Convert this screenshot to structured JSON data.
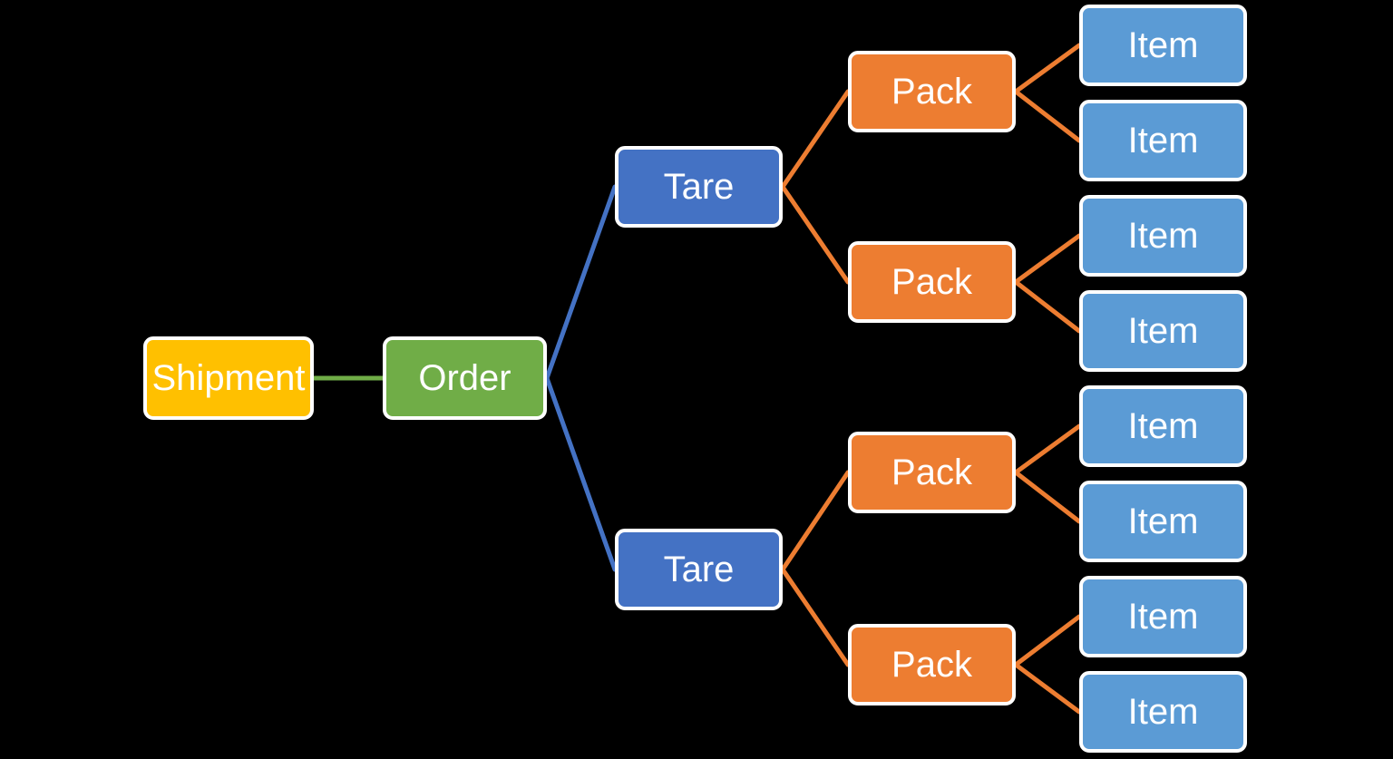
{
  "colors": {
    "background": "#000000",
    "shipment": "#FFC000",
    "order": "#70AD47",
    "tare": "#4472C4",
    "pack": "#ED7D31",
    "item": "#5B9BD5",
    "node_border": "#FFFFFF",
    "node_text": "#FFFFFF",
    "connector_green": "#70AD47",
    "connector_blue": "#4472C4",
    "connector_orange": "#ED7D31"
  },
  "nodes": {
    "shipment": "Shipment",
    "order": "Order",
    "tares": [
      "Tare",
      "Tare"
    ],
    "packs": [
      "Pack",
      "Pack",
      "Pack",
      "Pack"
    ],
    "items": [
      "Item",
      "Item",
      "Item",
      "Item",
      "Item",
      "Item",
      "Item",
      "Item"
    ]
  },
  "edges": [
    {
      "from": "shipment",
      "to": "order",
      "color": "#70AD47"
    },
    {
      "from": "order",
      "to": "tare-1",
      "color": "#4472C4"
    },
    {
      "from": "order",
      "to": "tare-2",
      "color": "#4472C4"
    },
    {
      "from": "tare-1",
      "to": "pack-1",
      "color": "#ED7D31"
    },
    {
      "from": "tare-1",
      "to": "pack-2",
      "color": "#ED7D31"
    },
    {
      "from": "tare-2",
      "to": "pack-3",
      "color": "#ED7D31"
    },
    {
      "from": "tare-2",
      "to": "pack-4",
      "color": "#ED7D31"
    },
    {
      "from": "pack-1",
      "to": "item-1",
      "color": "#ED7D31"
    },
    {
      "from": "pack-1",
      "to": "item-2",
      "color": "#ED7D31"
    },
    {
      "from": "pack-2",
      "to": "item-3",
      "color": "#ED7D31"
    },
    {
      "from": "pack-2",
      "to": "item-4",
      "color": "#ED7D31"
    },
    {
      "from": "pack-3",
      "to": "item-5",
      "color": "#ED7D31"
    },
    {
      "from": "pack-3",
      "to": "item-6",
      "color": "#ED7D31"
    },
    {
      "from": "pack-4",
      "to": "item-7",
      "color": "#ED7D31"
    },
    {
      "from": "pack-4",
      "to": "item-8",
      "color": "#ED7D31"
    }
  ],
  "hierarchy": {
    "label": "Shipment",
    "children": [
      {
        "label": "Order",
        "children": [
          {
            "label": "Tare",
            "children": [
              {
                "label": "Pack",
                "children": [
                  {
                    "label": "Item"
                  },
                  {
                    "label": "Item"
                  }
                ]
              },
              {
                "label": "Pack",
                "children": [
                  {
                    "label": "Item"
                  },
                  {
                    "label": "Item"
                  }
                ]
              }
            ]
          },
          {
            "label": "Tare",
            "children": [
              {
                "label": "Pack",
                "children": [
                  {
                    "label": "Item"
                  },
                  {
                    "label": "Item"
                  }
                ]
              },
              {
                "label": "Pack",
                "children": [
                  {
                    "label": "Item"
                  },
                  {
                    "label": "Item"
                  }
                ]
              }
            ]
          }
        ]
      }
    ]
  }
}
